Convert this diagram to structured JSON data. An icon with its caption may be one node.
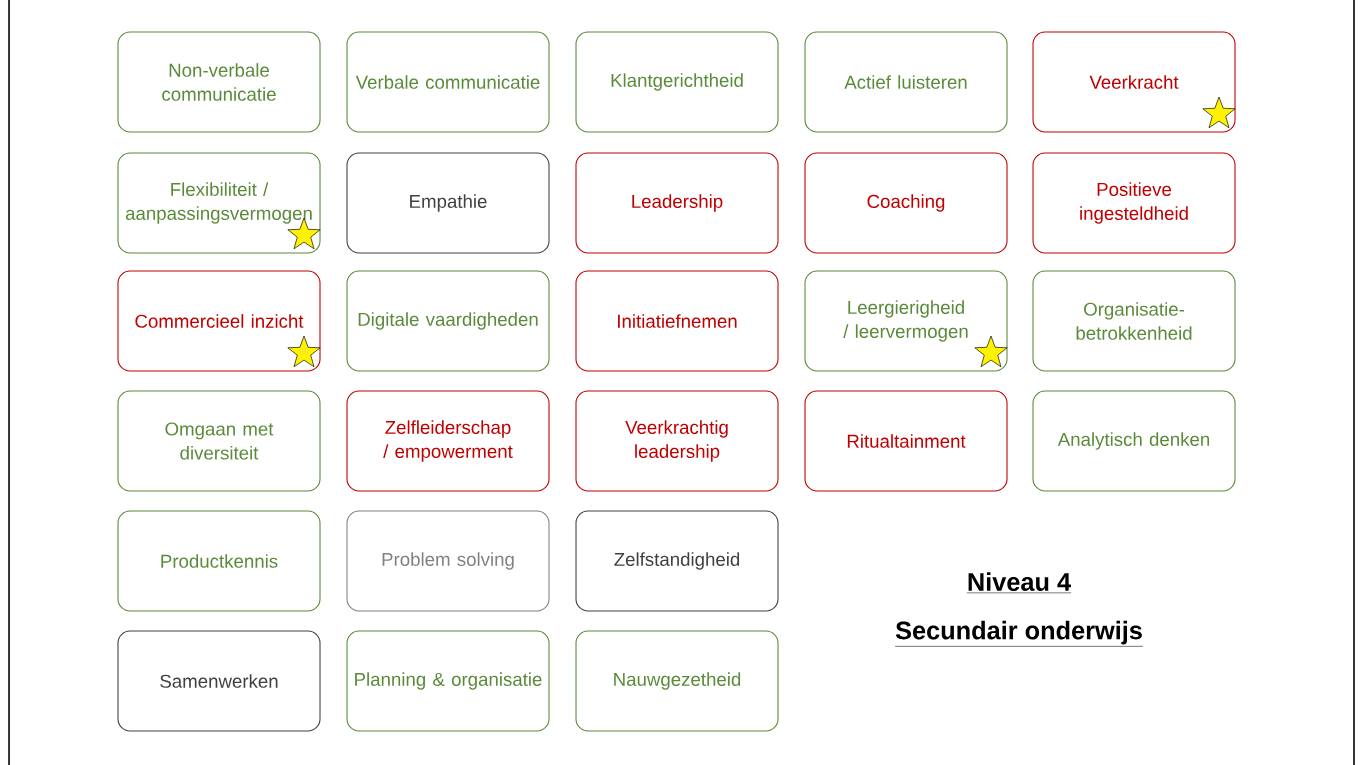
{
  "diagram": {
    "title": "Niveau 4",
    "nodes": [
      {
        "text": [
          "Non-verbale communicatie"
        ]
      },
      {
        "text": [
          "Verbale communicatie"
        ]
      },
      {
        "text": [
          "Klantgerichtheid"
        ]
      },
      {
        "text": [
          "Actief luisteren"
        ]
      },
      {
        "text": [
          "Veerkracht"
        ]
      },
      {
        "text": [
          "Flexibiliteit / aanpassingsvermogen"
        ]
      },
      {
        "text": [
          "Empathie"
        ]
      },
      {
        "text": [
          "Leadership"
        ]
      },
      {
        "text": [
          "Coaching"
        ]
      },
      {
        "text": [
          "Positieve ingesteldheid"
        ]
      },
      {
        "text": [
          "Commercieel inzicht"
        ]
      },
      {
        "text": [
          "Digitale vaardigheden"
        ]
      },
      {
        "text": [
          "Initiatiefnemen"
        ]
      },
      {
        "text": [
          "Leergierigheid / leervermogen"
        ]
      },
      {
        "text": [
          "Organisatie-betrokkenheid"
        ]
      },
      {
        "text": [
          "Omgaan met diversiteit"
        ]
      },
      {
        "text": [
          "Zelfleiderschap / empowerment"
        ]
      },
      {
        "text": [
          "Veerkrachtig leadership"
        ]
      },
      {
        "text": [
          "Ritualtainment"
        ]
      },
      {
        "text": [
          "Analytisch denken"
        ]
      },
      {
        "text": [
          "Productkennis"
        ]
      },
      {
        "text": [
          "Problem solving"
        ]
      },
      {
        "text": [
          "Zelfstandigheid"
        ]
      },
      {
        "text": [
          "Samenwerken"
        ]
      },
      {
        "text": [
          "Planning & organisatie"
        ]
      },
      {
        "text": [
          "Nauwgezetheid"
        ]
      }
    ],
    "labels": [
      "Secundair onderwijs"
    ]
  }
}
